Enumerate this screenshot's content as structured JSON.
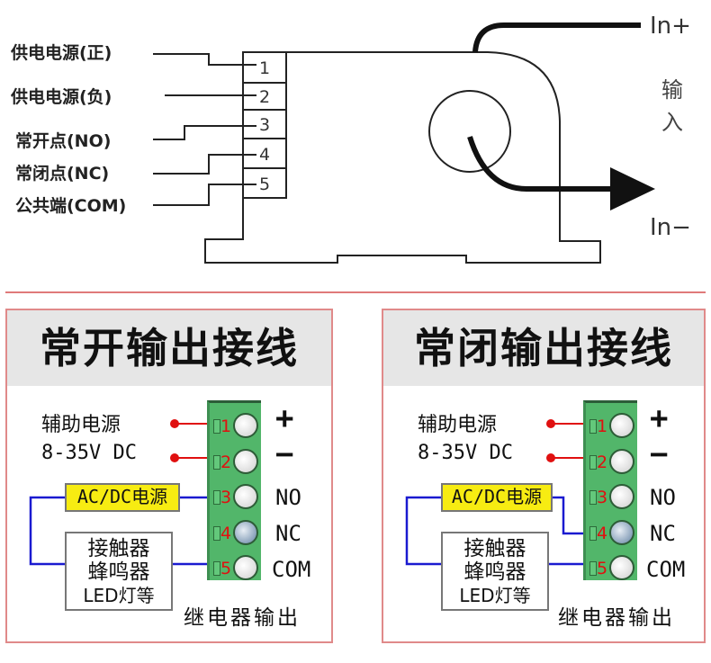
{
  "sensor_diagram": {
    "left_labels": [
      "供电电源(正)",
      "供电电源(负)",
      "常开点(NO)",
      "常闭点(NC)",
      "公共端(COM)"
    ],
    "pin_numbers": [
      "1",
      "2",
      "3",
      "4",
      "5"
    ],
    "input_plus": "In+",
    "input_minus": "In−",
    "input_vertical_label": [
      "输",
      "入"
    ]
  },
  "panels": [
    {
      "title": "常开输出接线",
      "aux_power_label": "辅助电源",
      "aux_power_voltage": "8-35V DC",
      "ac_dc_box": "AC/DC电源",
      "load_box": [
        "接触器",
        "蜂鸣器",
        "LED灯等"
      ],
      "terminal_numbers": [
        "1",
        "2",
        "3",
        "4",
        "5"
      ],
      "terminal_labels": [
        "+",
        "−",
        "NO",
        "NC",
        "COM"
      ],
      "footer": "继电器输出",
      "ac_dc_connects_to": "NO"
    },
    {
      "title": "常闭输出接线",
      "aux_power_label": "辅助电源",
      "aux_power_voltage": "8-35V DC",
      "ac_dc_box": "AC/DC电源",
      "load_box": [
        "接触器",
        "蜂鸣器",
        "LED灯等"
      ],
      "terminal_numbers": [
        "1",
        "2",
        "3",
        "4",
        "5"
      ],
      "terminal_labels": [
        "+",
        "−",
        "NO",
        "NC",
        "COM"
      ],
      "footer": "继电器输出",
      "ac_dc_connects_to": "NC"
    }
  ],
  "colors": {
    "power_wire": "#e01010",
    "signal_wire": "#1a1ad0",
    "terminal_block": "#52b66a",
    "ac_dc_box": "#f7ec12",
    "panel_border": "#e08a8a",
    "header_bg": "#e6e6e6"
  }
}
